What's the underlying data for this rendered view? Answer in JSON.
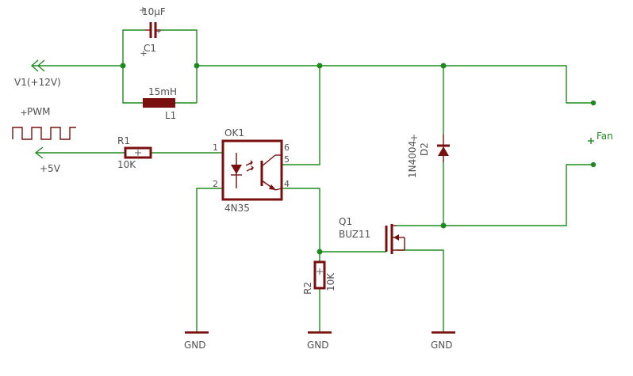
{
  "power": {
    "v1_label": "V1(+12V)",
    "pwm_label": "PWM",
    "v5_label": "+5V"
  },
  "C1": {
    "name": "C1",
    "value": "10µF"
  },
  "L1": {
    "name": "L1",
    "value": "15mH"
  },
  "R1": {
    "name": "R1",
    "value": "10K"
  },
  "R2": {
    "name": "R2",
    "value": "10K"
  },
  "OK1": {
    "name": "OK1",
    "value": "4N35",
    "pins": [
      "1",
      "2",
      "4",
      "5",
      "6"
    ]
  },
  "D2": {
    "name": "D2",
    "value": "1N4004"
  },
  "Q1": {
    "name": "Q1",
    "value": "BUZ11"
  },
  "fan": {
    "label": "Fan"
  },
  "gnd": {
    "label": "GND"
  },
  "colors": {
    "wire": "#1f8a1f",
    "part": "#7a0f0f",
    "text": "#505050",
    "background": "#ffffff"
  }
}
